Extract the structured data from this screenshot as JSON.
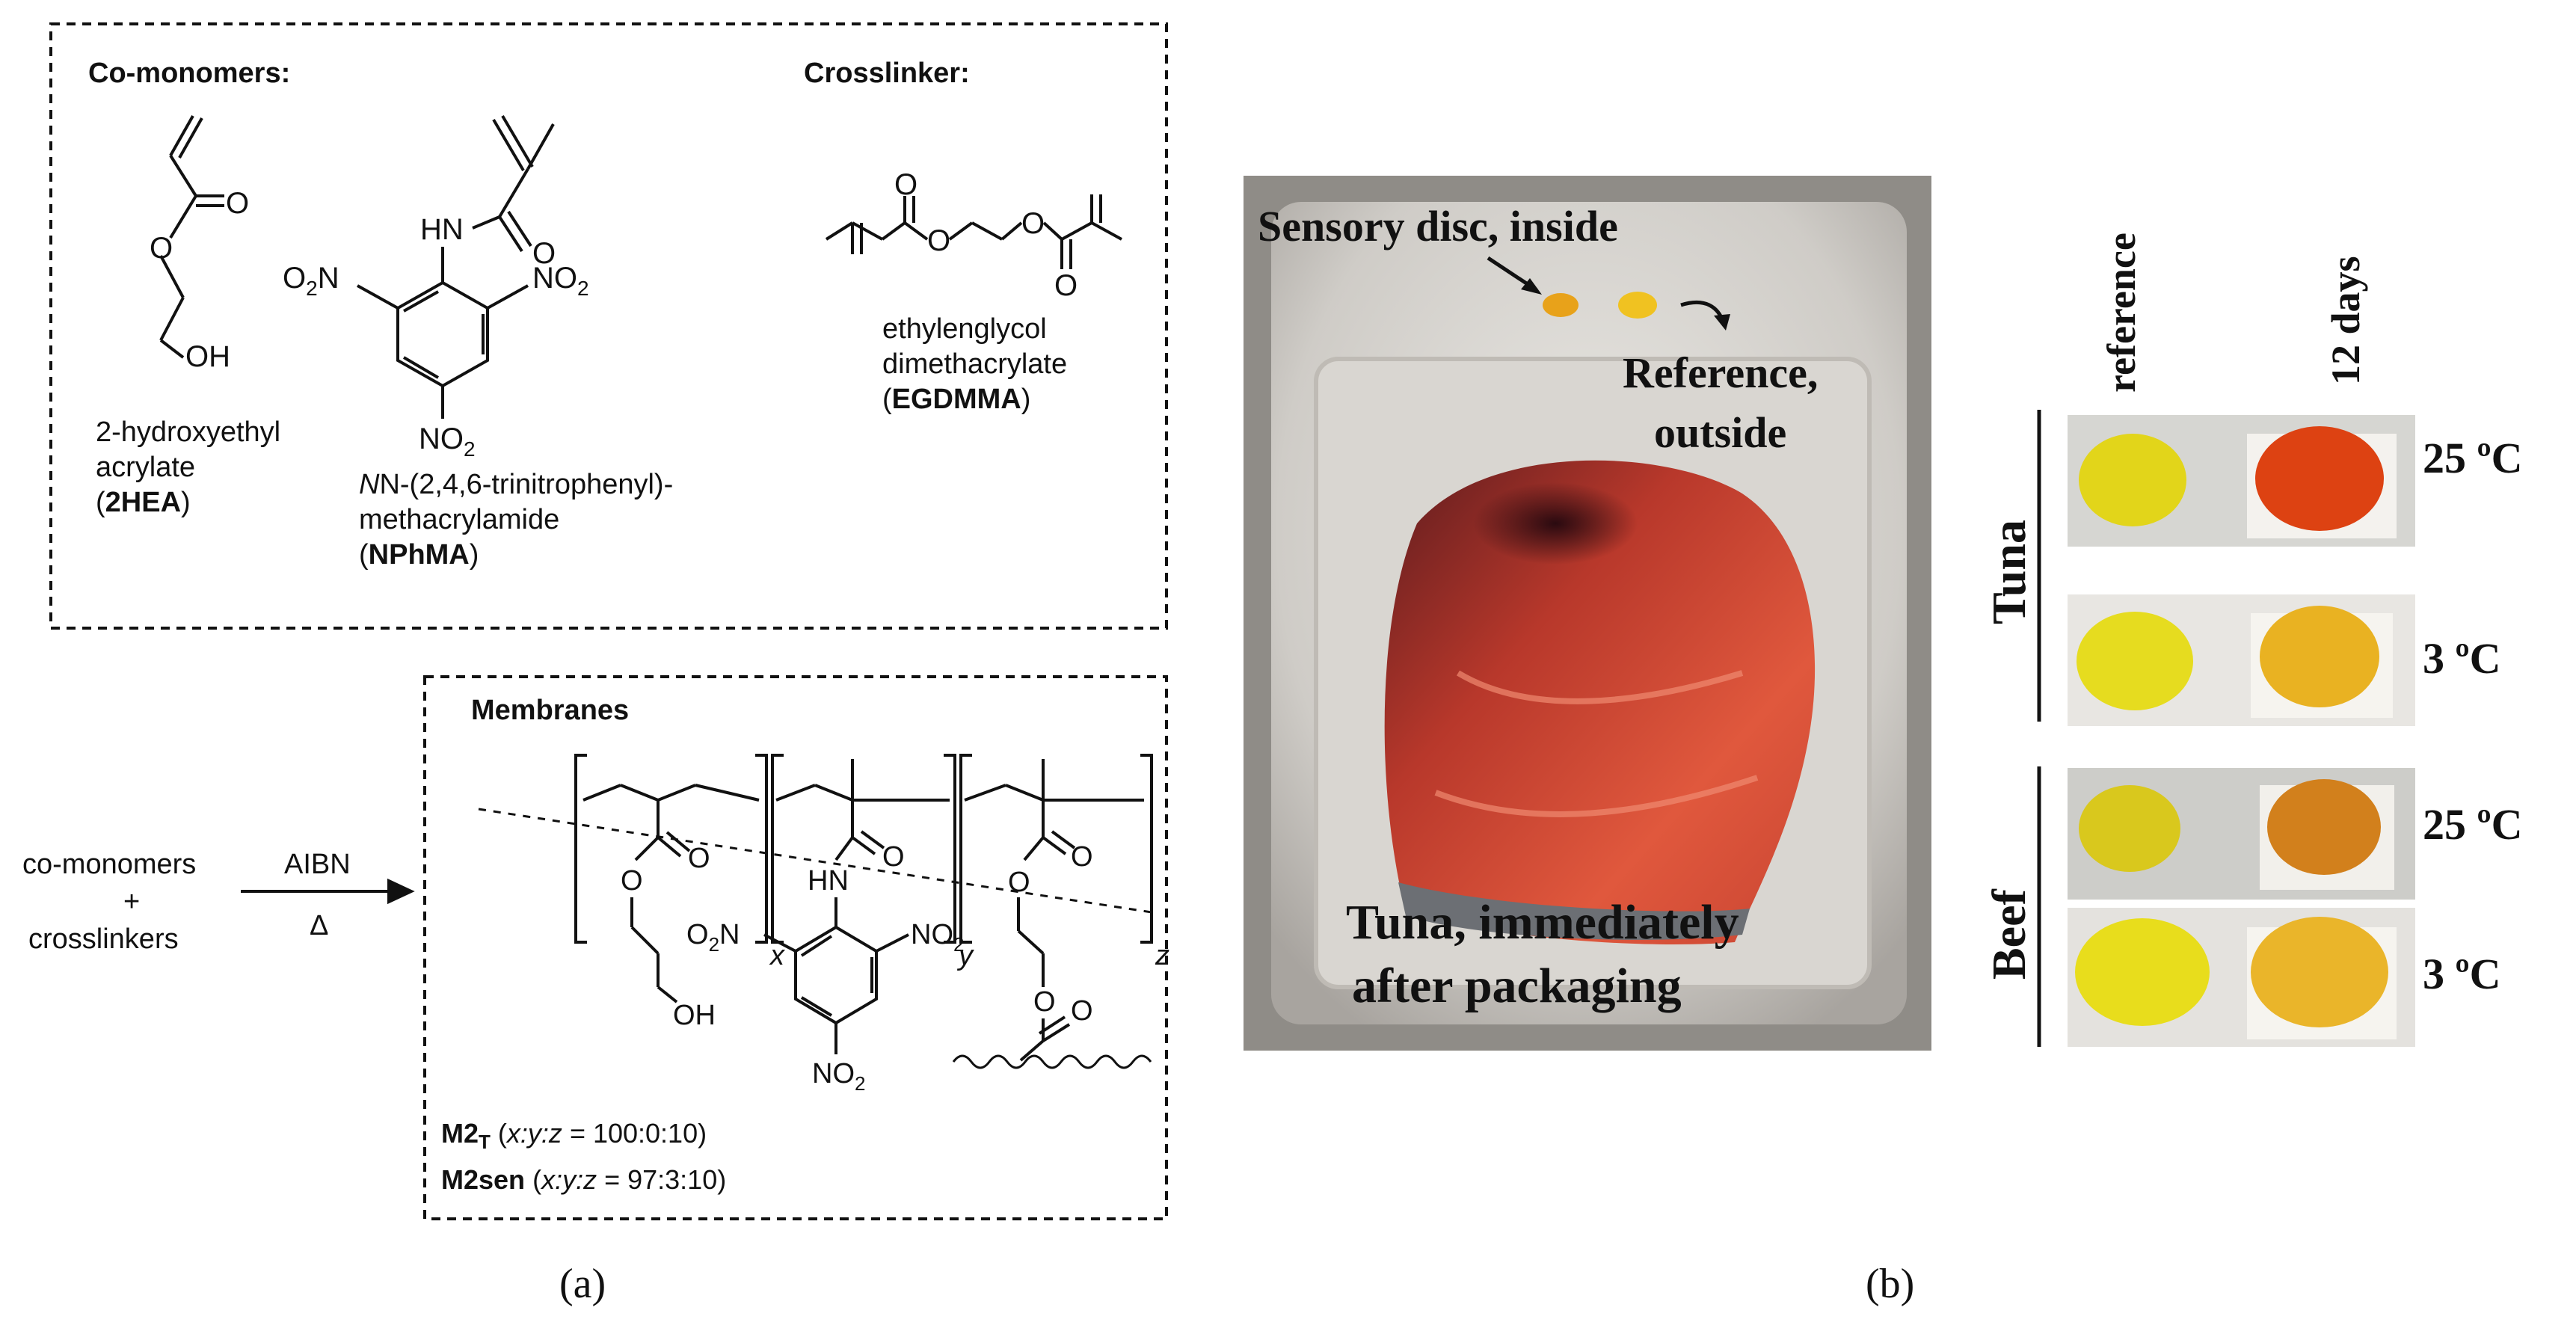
{
  "panel_a": {
    "comonomers_heading": "Co-monomers:",
    "crosslinker_heading": "Crosslinker:",
    "hea": {
      "name_line1": "2-hydroxyethyl",
      "name_line2": "acrylate",
      "abbr": "2HEA"
    },
    "nphma": {
      "name_line1": "N-(2,4,6-trinitrophenyl)-",
      "name_line2": "methacrylamide",
      "abbr": "NPhMA"
    },
    "egdmma": {
      "name_line1": "ethylenglycol",
      "name_line2": "dimethacrylate",
      "abbr": "EGDMMA"
    },
    "atoms": {
      "O": "O",
      "OH": "OH",
      "HN": "HN",
      "NO2": "NO",
      "sub2": "2",
      "O2N": "O",
      "O2N_N": "N"
    },
    "reaction": {
      "reactant1": "co-monomers",
      "plus": "+",
      "reactant2": "crosslinkers",
      "reagent": "AIBN",
      "heat": "Δ"
    },
    "membranes_heading": "Membranes",
    "subscripts": {
      "x": "x",
      "y": "y",
      "z": "z"
    },
    "m2t": {
      "label": "M2",
      "sub": "T",
      "ratio_prefix": "(",
      "ratio_vars": "x:y:z",
      "ratio_value": " = 100:0:10)"
    },
    "m2sen": {
      "label": "M2sen",
      "ratio_prefix": "(",
      "ratio_vars": "x:y:z",
      "ratio_value": " = 97:3:10)"
    },
    "caption": "(a)"
  },
  "panel_b": {
    "photo_label_sensory": "Sensory disc, inside",
    "photo_label_reference_1": "Reference,",
    "photo_label_reference_2": "outside",
    "photo_label_tuna_1": "Tuna, immediately",
    "photo_label_tuna_2": "after packaging",
    "col_reference": "reference",
    "col_12days": "12 days",
    "group_tuna": "Tuna",
    "group_beef": "Beef",
    "rows": [
      {
        "temp": "25 ºC",
        "ref_color": "#e2d51a",
        "day_color": "#dd4212"
      },
      {
        "temp": "3 ºC",
        "ref_color": "#e6dc1f",
        "day_color": "#e9b222"
      },
      {
        "temp": "25 ºC",
        "ref_color": "#d9c81d",
        "day_color": "#d2801c"
      },
      {
        "temp": "3 ºC",
        "ref_color": "#e8dd1c",
        "day_color": "#eab52a"
      }
    ],
    "caption": "(b)"
  }
}
